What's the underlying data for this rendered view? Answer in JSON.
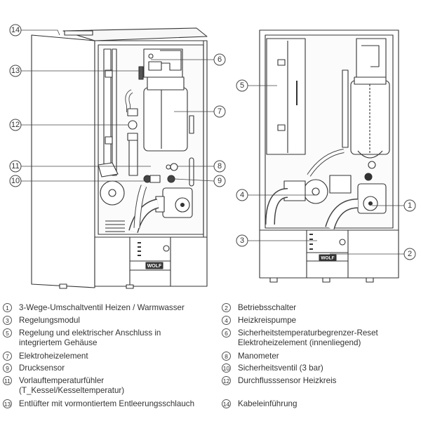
{
  "figure": {
    "left_view": {
      "logo": "WOLF",
      "callouts": [
        "14",
        "13",
        "12",
        "11",
        "10",
        "6",
        "7",
        "8",
        "9"
      ]
    },
    "right_view": {
      "logo": "WOLF",
      "callouts": [
        "5",
        "4",
        "3",
        "1",
        "2"
      ]
    }
  },
  "callout_labels": {
    "c1": "1",
    "c2": "2",
    "c3": "3",
    "c4": "4",
    "c5": "5",
    "c6": "6",
    "c7": "7",
    "c8": "8",
    "c9": "9",
    "c10": "10",
    "c11": "11",
    "c12": "12",
    "c13": "13",
    "c14": "14"
  },
  "legend": {
    "left": [
      {
        "num": "1",
        "text": "3-Wege-Umschaltventil Heizen / Warmwasser"
      },
      {
        "num": "3",
        "text": "Regelungsmodul"
      },
      {
        "num": "5",
        "text": "Regelung und elektrischer Anschluss in integriertem Gehäuse"
      },
      {
        "num": "7",
        "text": "Elektroheizelement"
      },
      {
        "num": "9",
        "text": "Drucksensor"
      },
      {
        "num": "11",
        "text": "Vorlauftemperaturfühler (T_Kessel/Kesseltemperatur)"
      },
      {
        "num": "13",
        "text": "Entlüfter mit vormontiertem Entleerungsschlauch"
      }
    ],
    "right": [
      {
        "num": "2",
        "text": "Betriebsschalter"
      },
      {
        "num": "4",
        "text": "Heizkreispumpe"
      },
      {
        "num": "6",
        "text": "Sicherheitstemperaturbegrenzer-Reset Elektroheizelement (innenliegend)"
      },
      {
        "num": "8",
        "text": "Manometer"
      },
      {
        "num": "10",
        "text": "Sicherheitsventil (3 bar)"
      },
      {
        "num": "12",
        "text": "Durchflusssensor Heizkreis"
      },
      {
        "num": "14",
        "text": "Kabeleinführung"
      }
    ]
  }
}
